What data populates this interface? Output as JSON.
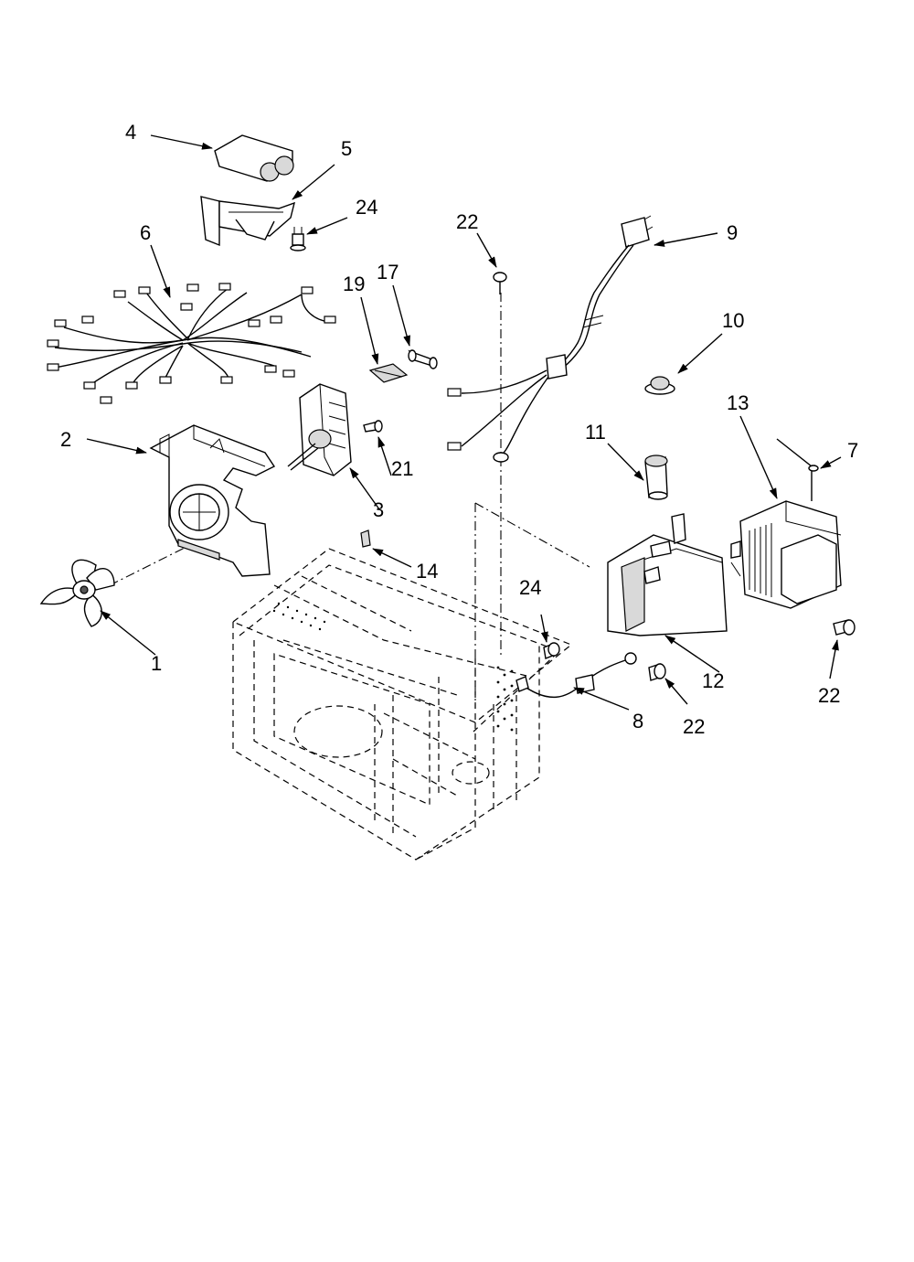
{
  "callouts": {
    "c1": "1",
    "c2": "2",
    "c3": "3",
    "c4": "4",
    "c5": "5",
    "c6": "6",
    "c7": "7",
    "c8": "8",
    "c9": "9",
    "c10": "10",
    "c11": "11",
    "c12": "12",
    "c13": "13",
    "c14": "14",
    "c17": "17",
    "c19": "19",
    "c21": "21",
    "c22a": "22",
    "c22b": "22",
    "c22c": "22",
    "c24a": "24",
    "c24b": "24"
  }
}
